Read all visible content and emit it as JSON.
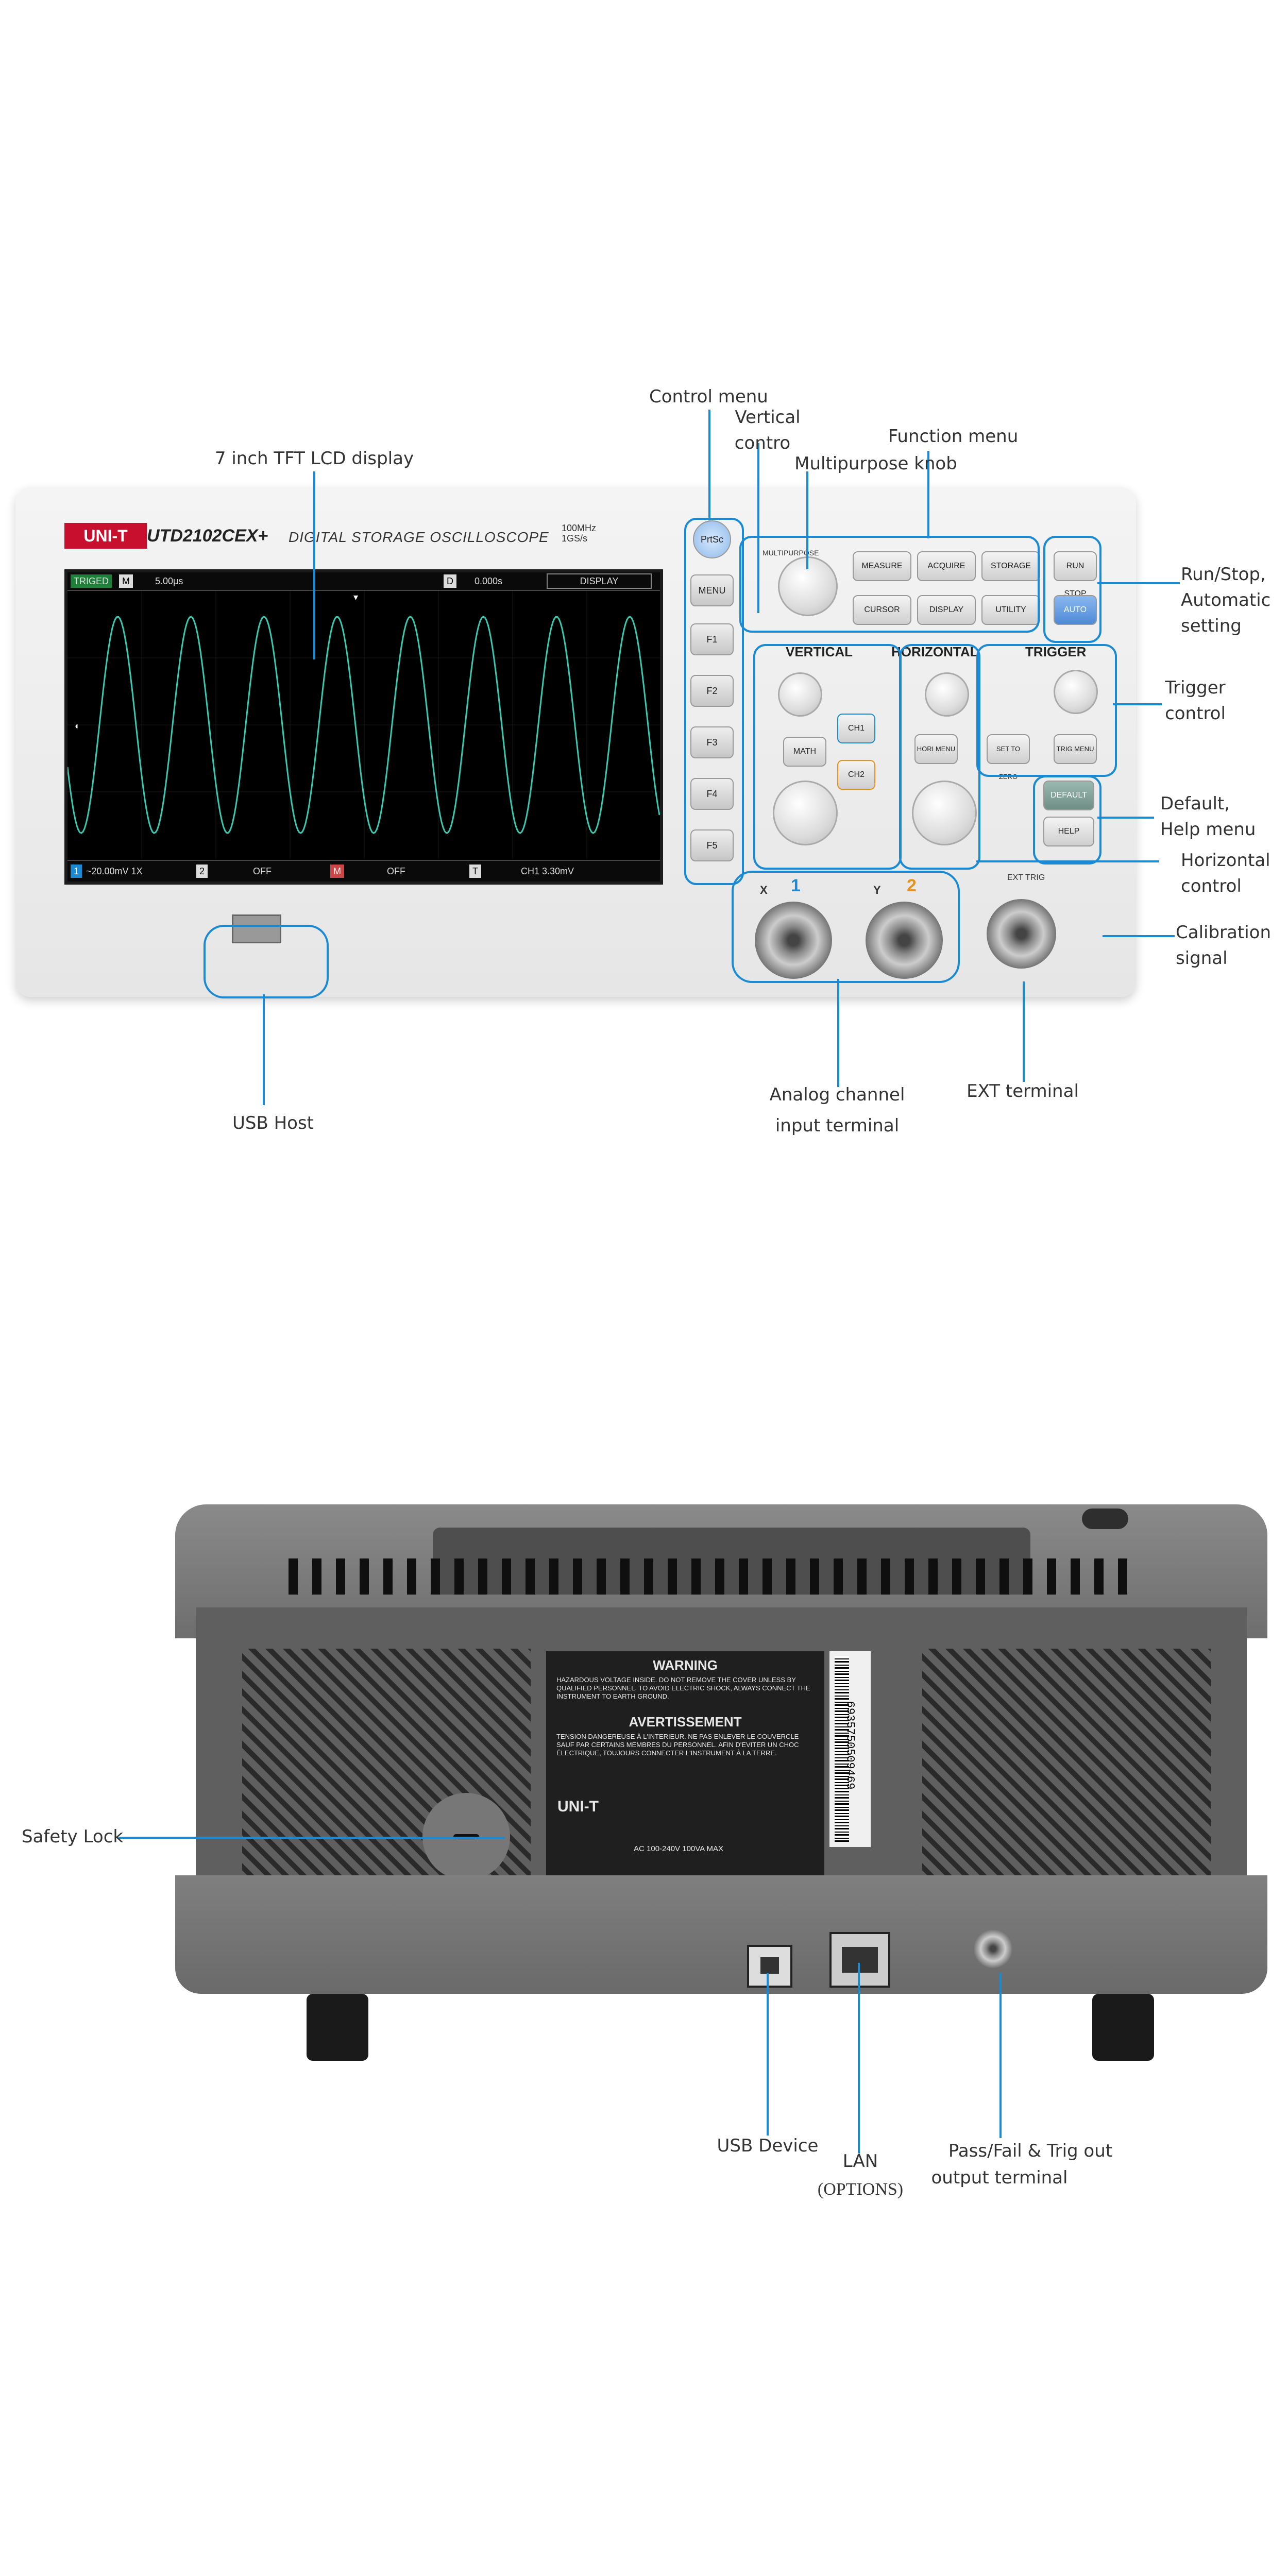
{
  "front": {
    "brand": "UNI-T",
    "model": "UTD2102CEX+",
    "subtitle": "DIGITAL STORAGE OSCILLOSCOPE",
    "spec_bw": "100MHz",
    "spec_sr": "1GS/s",
    "screen": {
      "status": "TRIGED",
      "mode": "M",
      "timebase": "5.00μs",
      "delay_label": "D",
      "delay": "0.000s",
      "display_tab": "DISPLAY",
      "ch1_scale": "~20.00mV 1X",
      "ch2_state": "OFF",
      "math_state": "OFF",
      "trig_info": "CH1 3.30mV"
    },
    "softkeys": [
      "F1",
      "F2",
      "F3",
      "F4",
      "F5"
    ],
    "menu_label": "MENU",
    "prtsc_label": "PrtSc",
    "multipurpose_label": "MULTIPURPOSE",
    "function_buttons": [
      "MEASURE",
      "ACQUIRE",
      "STORAGE",
      "CURSOR",
      "DISPLAY",
      "UTILITY"
    ],
    "run_stop_label": "RUN STOP",
    "auto_label": "AUTO",
    "vertical_title": "VERTICAL",
    "horizontal_title": "HORIZONTAL",
    "trigger_title": "TRIGGER",
    "ch1_btn": "CH1",
    "ch2_btn": "CH2",
    "math_btn": "MATH",
    "hori_menu_btn": "HORI MENU",
    "set_to_zero_btn": "SET TO ZERO",
    "trig_menu_btn": "TRIG MENU",
    "default_btn": "DEFAULT",
    "help_btn": "HELP",
    "input_x": "X",
    "input_y": "Y",
    "input_1": "1",
    "input_2": "2",
    "ext_trig": "EXT TRIG"
  },
  "callouts": {
    "control_menu": "Control menu",
    "vertical_control_1": "Vertical",
    "vertical_control_2": "contro",
    "function_menu": "Function menu",
    "lcd_display": "7 inch TFT LCD display",
    "multipurpose_knob": "Multipurpose knob",
    "run_stop_1": "Run/Stop,",
    "run_stop_2": "Automatic",
    "run_stop_3": "setting",
    "trigger_1": "Trigger",
    "trigger_2": "control",
    "default_1": "Default,",
    "default_2": "Help menu",
    "horizontal_1": "Horizontal",
    "horizontal_2": "control",
    "calibration_1": "Calibration",
    "calibration_2": "signal",
    "analog_1": "Analog channel",
    "analog_2": "input terminal",
    "ext_terminal": "EXT terminal",
    "usb_host": "USB Host",
    "safety_lock": "Safety Lock",
    "usb_device": "USB Device",
    "lan_1": "LAN",
    "lan_2": "(OPTIONS)",
    "passfail_1": "Pass/Fail & Trig out",
    "passfail_2": "output terminal"
  },
  "rear": {
    "warning_title": "WARNING",
    "warning_text": "HAZARDOUS VOLTAGE INSIDE. DO NOT REMOVE THE COVER UNLESS BY QUALIFIED PERSONNEL. TO AVOID ELECTRIC SHOCK, ALWAYS CONNECT THE INSTRUMENT TO EARTH GROUND.",
    "avert_title": "AVERTISSEMENT",
    "avert_text": "TENSION DANGEREUSE À L'INTERIEUR. NE PAS ENLEVER LE COUVERCLE SAUF PAR CERTAINS MEMBRES DU PERSONNEL. AFIN D'EVITER UN CHOC ÉLECTRIQUE, TOUJOURS CONNECTER L'INSTRUMENT À LA TERRE.",
    "brand": "UNI-T",
    "rating": "AC 100-240V   100VA MAX",
    "barcode_digits": "6935750509469"
  }
}
